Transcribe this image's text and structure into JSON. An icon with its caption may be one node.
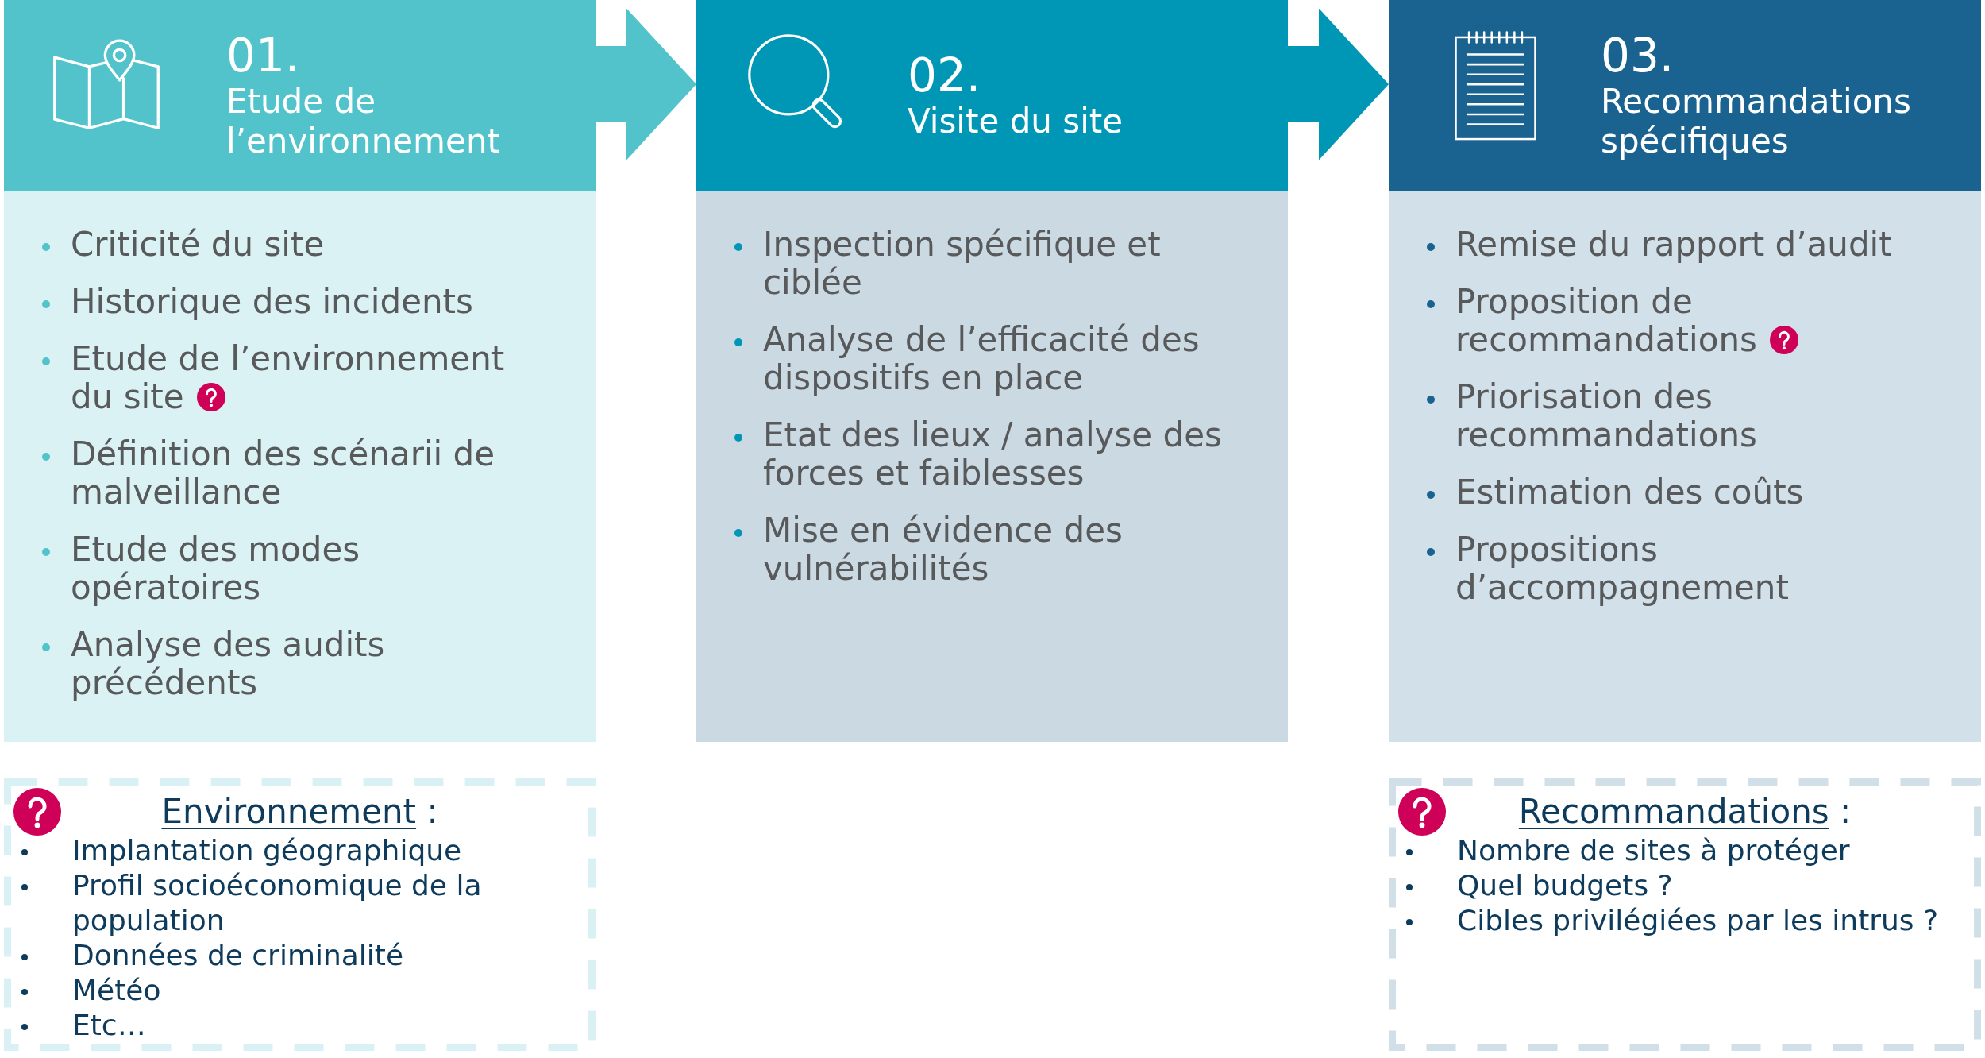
{
  "diagram": {
    "nodes": [
      {
        "text": [
          "01.",
          "Etude de l’environnement"
        ]
      },
      {
        "text": [
          "Criticité du site",
          "Historique des incidents",
          "Etude de l’environnement du site",
          "Définition des scénarii de malveillance",
          "Etude des modes opératoires",
          "Analyse des audits précédents"
        ]
      },
      {
        "text": [
          "02.",
          "Visite du site"
        ]
      },
      {
        "text": [
          "Inspection spécifique et ciblée",
          "Analyse de l’efficacité des dispositifs en place",
          "Etat des lieux / analyse des forces et faiblesses",
          "Mise en évidence des vulnérabilités"
        ]
      },
      {
        "text": [
          "03.",
          "Recommandations spécifiques"
        ]
      },
      {
        "text": [
          "Remise du rapport d’audit",
          "Proposition de recommandations",
          "Priorisation des recommandations",
          "Estimation des coûts",
          "Propositions d’accompagnement"
        ]
      },
      {
        "text": [
          "Environnement :",
          "Implantation géographique",
          "Profil socioéconomique de la population",
          "Données de criminalité",
          "Météo",
          "Etc…"
        ]
      },
      {
        "text": [
          "Recommandations :",
          "Nombre de sites à protéger",
          "Quel budgets ?",
          "Cibles privilégiées par les intrus ?"
        ]
      }
    ],
    "edges": [
      {
        "from": 0,
        "to": 2,
        "arrow": "to",
        "color": "#52c3cb"
      },
      {
        "from": 2,
        "to": 4,
        "arrow": "to",
        "color": "#0097b7"
      }
    ]
  }
}
